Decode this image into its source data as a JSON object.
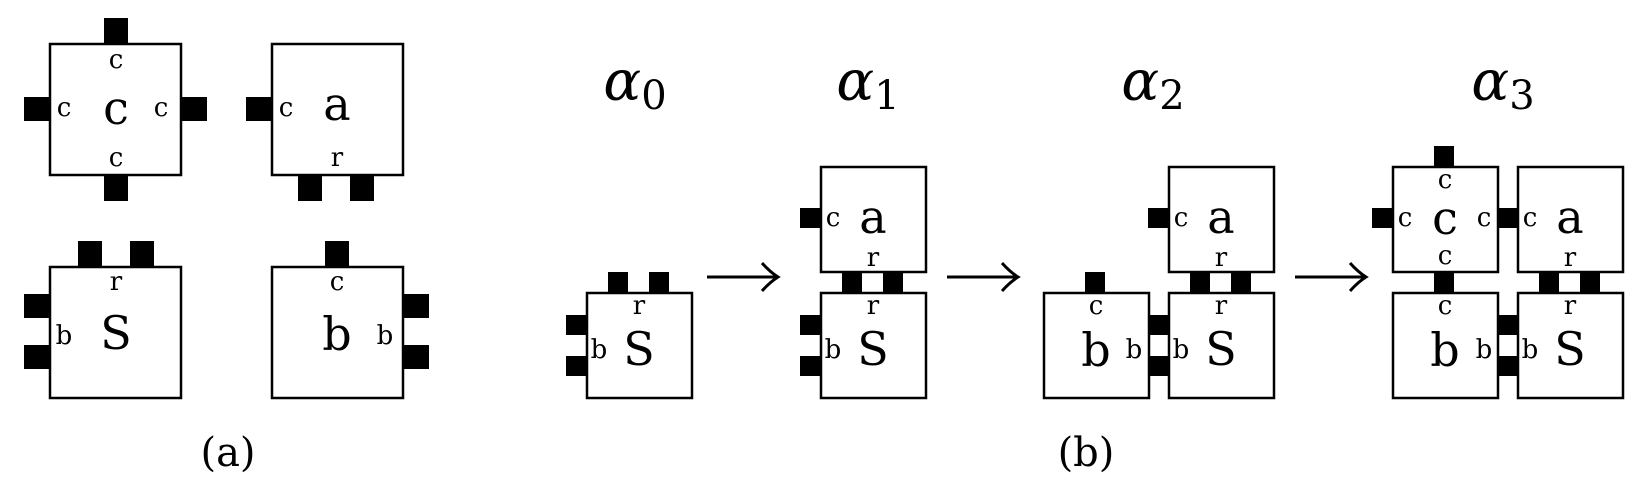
{
  "tiles": {
    "c": {
      "label": "c",
      "north": "c",
      "south": "c",
      "west": "c",
      "east": "c"
    },
    "a": {
      "label": "a",
      "west": "c",
      "south": "r"
    },
    "s": {
      "label": "S",
      "north": "r",
      "west": "b"
    },
    "b": {
      "label": "b",
      "north": "c",
      "east": "b"
    }
  },
  "panel_labels": {
    "a": "(a)",
    "b": "(b)"
  },
  "steps": [
    "α0",
    "α1",
    "α2",
    "α3"
  ]
}
